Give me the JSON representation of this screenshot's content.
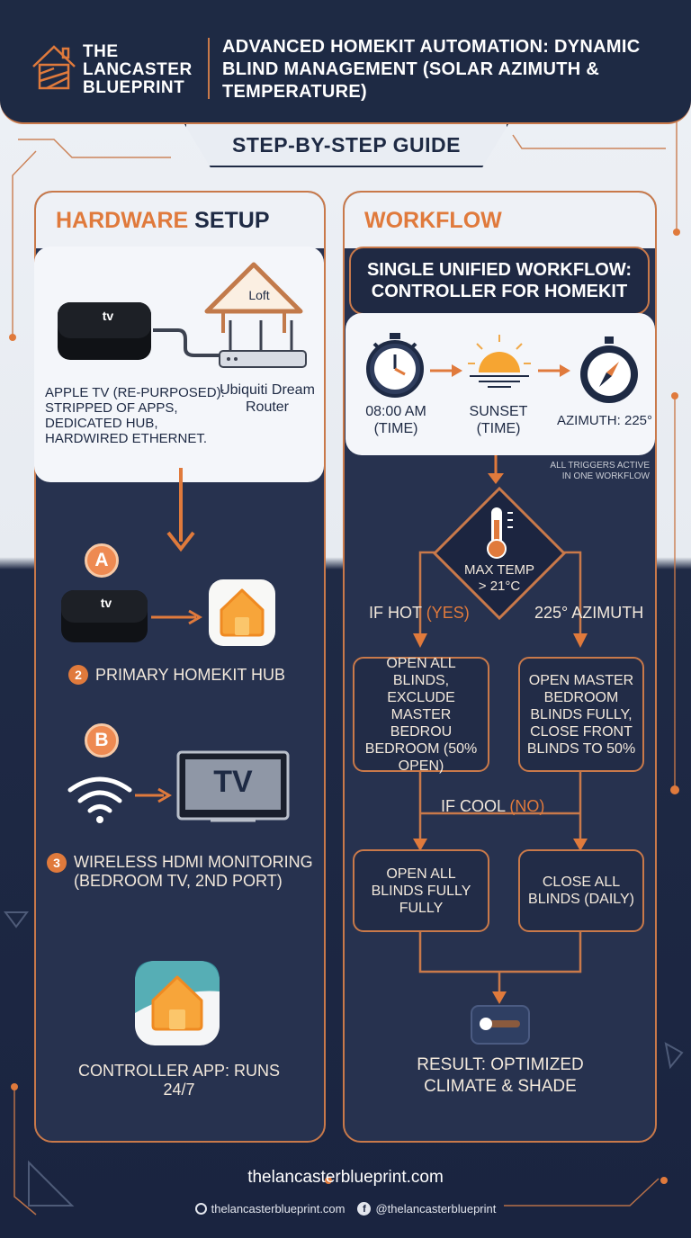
{
  "brand": {
    "line1": "THE",
    "line2": "LANCASTER",
    "line3": "BLUEPRINT"
  },
  "header": {
    "title": "ADVANCED HOMEKIT AUTOMATION: DYNAMIC BLIND MANAGEMENT (SOLAR AZIMUTH & TEMPERATURE)"
  },
  "guide_banner": "STEP-BY-STEP GUIDE",
  "hardware": {
    "title_accent": "HARDWARE",
    "title_rest": " SETUP",
    "appletv_logo": "tv",
    "loft_label": "Loft",
    "appletv_desc": "APPLE TV (RE-PURPOSED): STRIPPED OF APPS, DEDICATED HUB, HARDWIRED ETHERNET.",
    "router_label": "Ubiquiti Dream Router",
    "badge_a": "A",
    "step2_num": "2",
    "step2_label": "PRIMARY HOMEKIT HUB",
    "badge_b": "B",
    "tv_screen": "TV",
    "step3_num": "3",
    "step3_label": "WIRELESS HDMI MONITORING (BEDROOM TV, 2ND PORT)",
    "controller_label": "CONTROLLER APP: RUNS 24/7"
  },
  "workflow": {
    "title": "WORKFLOW",
    "unified_line1": "SINGLE UNIFIED WORKFLOW:",
    "unified_line2": "CONTROLLER FOR HOMEKIT",
    "trigger_time": "08:00 AM (TIME)",
    "trigger_sunset": "SUNSET (TIME)",
    "trigger_azimuth": "AZIMUTH: 225°",
    "triggers_note_1": "ALL TRIGGERS ACTIVE",
    "triggers_note_2": "IN ONE WORKFLOW",
    "decision_line1": "MAX TEMP",
    "decision_line2": "> 21°C",
    "if_hot": "IF HOT",
    "if_hot_yes": "(YES)",
    "azimuth_branch": "225° AZIMUTH",
    "box_hot": "OPEN ALL BLINDS, EXCLUDE MASTER BEDROU BEDROOM (50% OPEN)",
    "box_azimuth": "OPEN MASTER BEDROOM BLINDS FULLY, CLOSE FRONT BLINDS TO 50%",
    "if_cool": "IF COOL",
    "if_cool_no": "(NO)",
    "box_cool": "OPEN ALL BLINDS FULLY FULLY",
    "box_close": "CLOSE ALL BLINDS (DAILY)",
    "result": "RESULT: OPTIMIZED CLIMATE & SHADE"
  },
  "footer": {
    "url": "thelancasterblueprint.com",
    "web": "thelancasterblueprint.com",
    "social": "@thelancasterblueprint"
  },
  "colors": {
    "navy": "#1e2a44",
    "accent": "#e07a3c",
    "panel": "#27324f",
    "light": "#eef1f6"
  }
}
